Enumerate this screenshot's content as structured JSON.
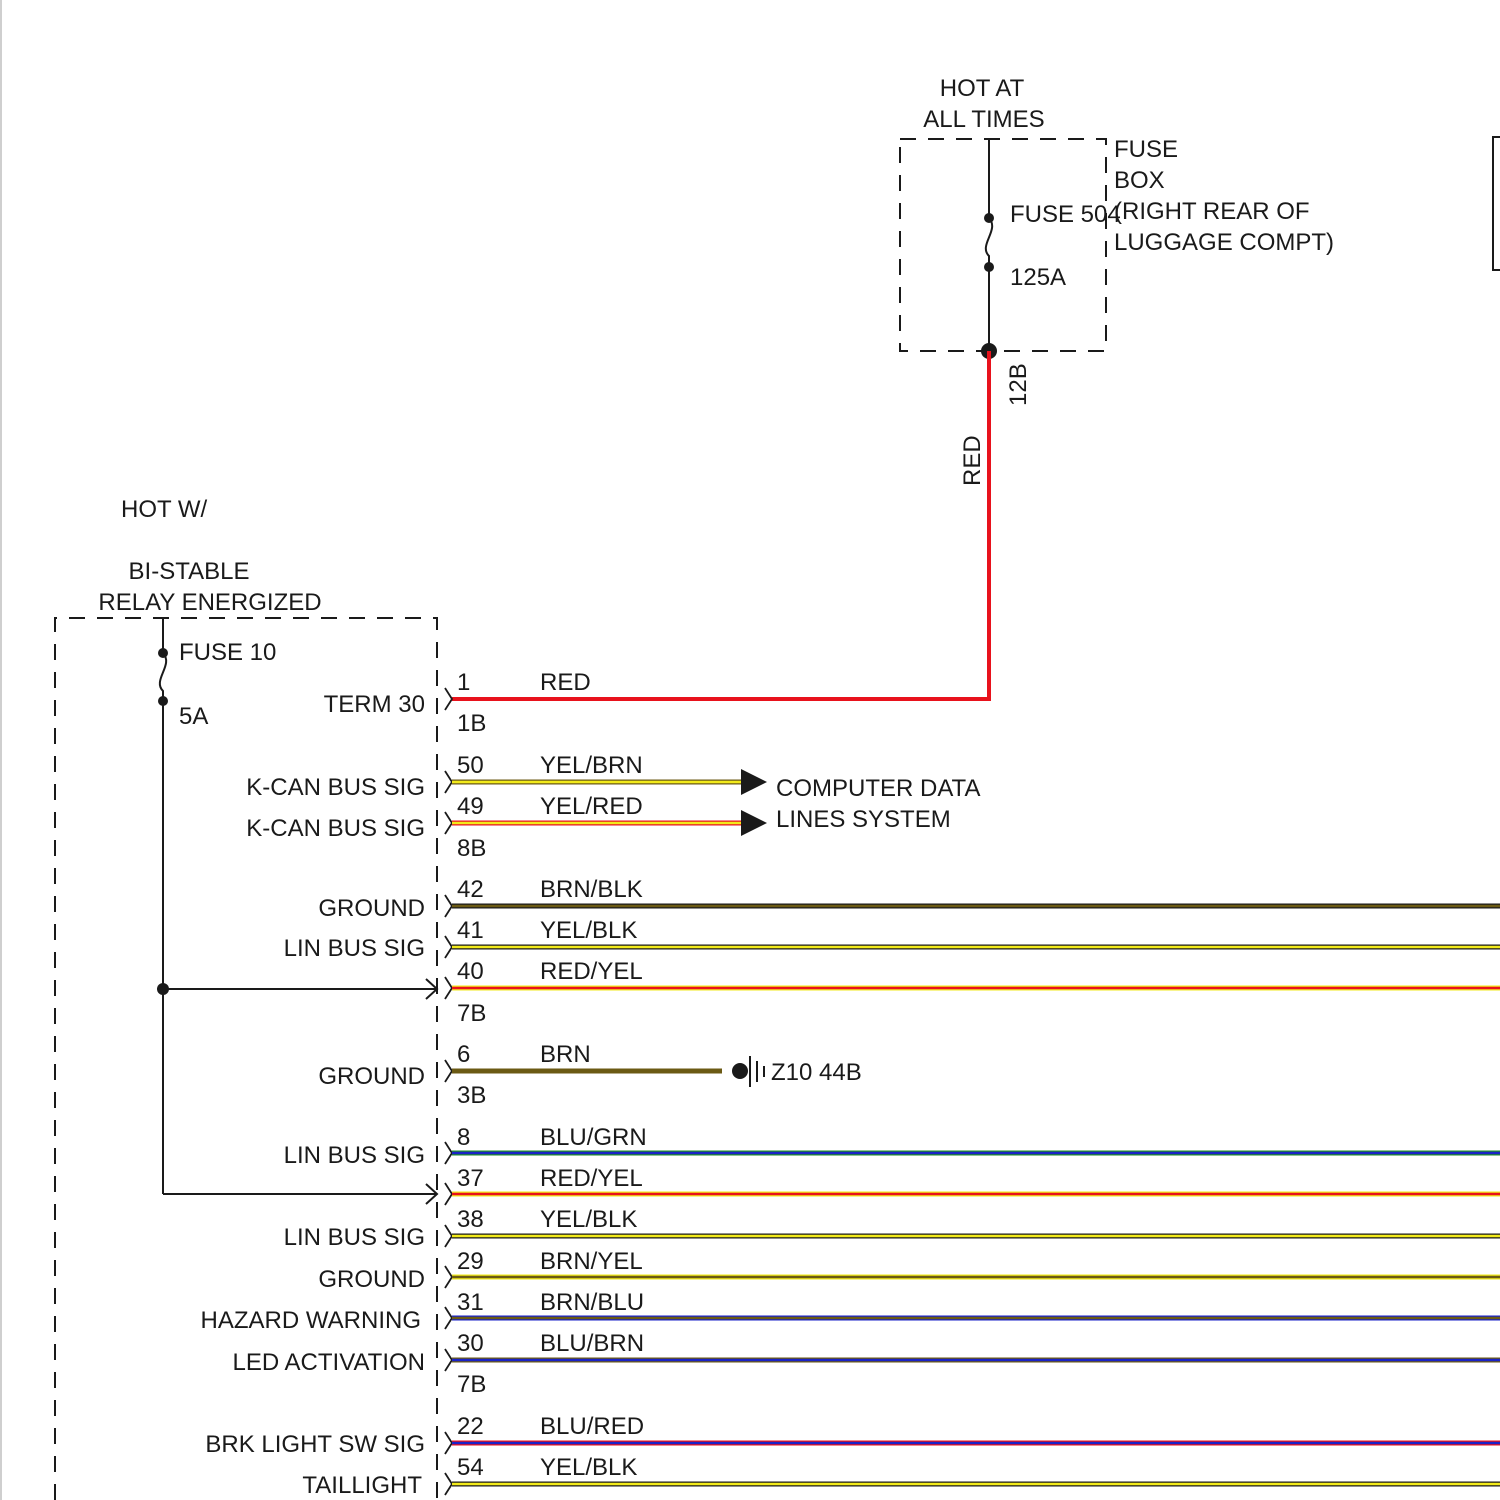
{
  "fuse_box": {
    "title_line1": "HOT AT",
    "title_line2": "ALL TIMES",
    "name_line1": "FUSE",
    "name_line2": "BOX",
    "location_line1": "(RIGHT REAR OF",
    "location_line2": "LUGGAGE COMPT)",
    "fuse_label": "FUSE 504",
    "fuse_rating": "125A",
    "output_pin": "12B",
    "output_wire": "RED"
  },
  "module": {
    "title_line1": "HOT W/",
    "title_line2": "BI-STABLE",
    "title_line3": "RELAY ENERGIZED",
    "fuse_label": "FUSE 10",
    "fuse_rating": "5A"
  },
  "pins": [
    {
      "pin": "1",
      "color": "RED",
      "func": "TERM 30",
      "connector": "1B"
    },
    {
      "pin": "50",
      "color": "YEL/BRN",
      "func": "K-CAN BUS SIG",
      "connector": ""
    },
    {
      "pin": "49",
      "color": "YEL/RED",
      "func": "K-CAN BUS SIG",
      "connector": "8B"
    },
    {
      "pin": "42",
      "color": "BRN/BLK",
      "func": "GROUND",
      "connector": ""
    },
    {
      "pin": "41",
      "color": "YEL/BLK",
      "func": "LIN BUS SIG",
      "connector": ""
    },
    {
      "pin": "40",
      "color": "RED/YEL",
      "func": "",
      "connector": "7B"
    },
    {
      "pin": "6",
      "color": "BRN",
      "func": "GROUND",
      "connector": "3B"
    },
    {
      "pin": "8",
      "color": "BLU/GRN",
      "func": "LIN BUS SIG",
      "connector": ""
    },
    {
      "pin": "37",
      "color": "RED/YEL",
      "func": "",
      "connector": ""
    },
    {
      "pin": "38",
      "color": "YEL/BLK",
      "func": "LIN BUS SIG",
      "connector": ""
    },
    {
      "pin": "29",
      "color": "BRN/YEL",
      "func": "GROUND",
      "connector": ""
    },
    {
      "pin": "31",
      "color": "BRN/BLU",
      "func": "HAZARD WARNING",
      "connector": ""
    },
    {
      "pin": "30",
      "color": "BLU/BRN",
      "func": "LED ACTIVATION",
      "connector": "7B"
    },
    {
      "pin": "22",
      "color": "BLU/RED",
      "func": "BRK LIGHT SW SIG",
      "connector": ""
    },
    {
      "pin": "54",
      "color": "YEL/BLK",
      "func": "TAILLIGHT",
      "connector": ""
    }
  ],
  "destinations": {
    "data_lines_1": "COMPUTER DATA",
    "data_lines_2": "LINES SYSTEM",
    "ground_point": "Z10 44B"
  },
  "wire_colors": {
    "red": "#e8121c",
    "yellow": "#f2ea1a",
    "brown": "#6b5a14",
    "blue": "#1a22c8",
    "black": "#1a1a1a"
  }
}
